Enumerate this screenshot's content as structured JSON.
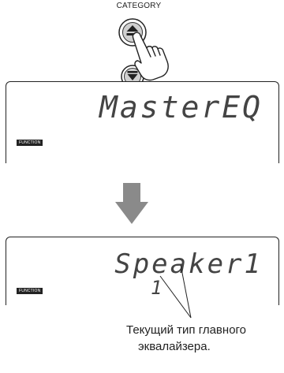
{
  "buttons": {
    "category_label": "CATEGORY",
    "up_icon": "arrow-up-icon",
    "down_icon": "arrow-down-icon",
    "hand_icon": "pressing-hand-icon"
  },
  "display_before": {
    "text": "MasterEQ",
    "badge": "FUNCTION"
  },
  "arrow_icon": "arrow-down-large-icon",
  "display_after": {
    "text": "Speaker1",
    "badge": "FUNCTION",
    "value": "1"
  },
  "caption": {
    "line1": "Текущий тип главного",
    "line2": "эквалайзера."
  },
  "colors": {
    "button_fill": "#d0d0d0",
    "lcd_text": "#444444",
    "arrow": "#8a8a8a"
  }
}
